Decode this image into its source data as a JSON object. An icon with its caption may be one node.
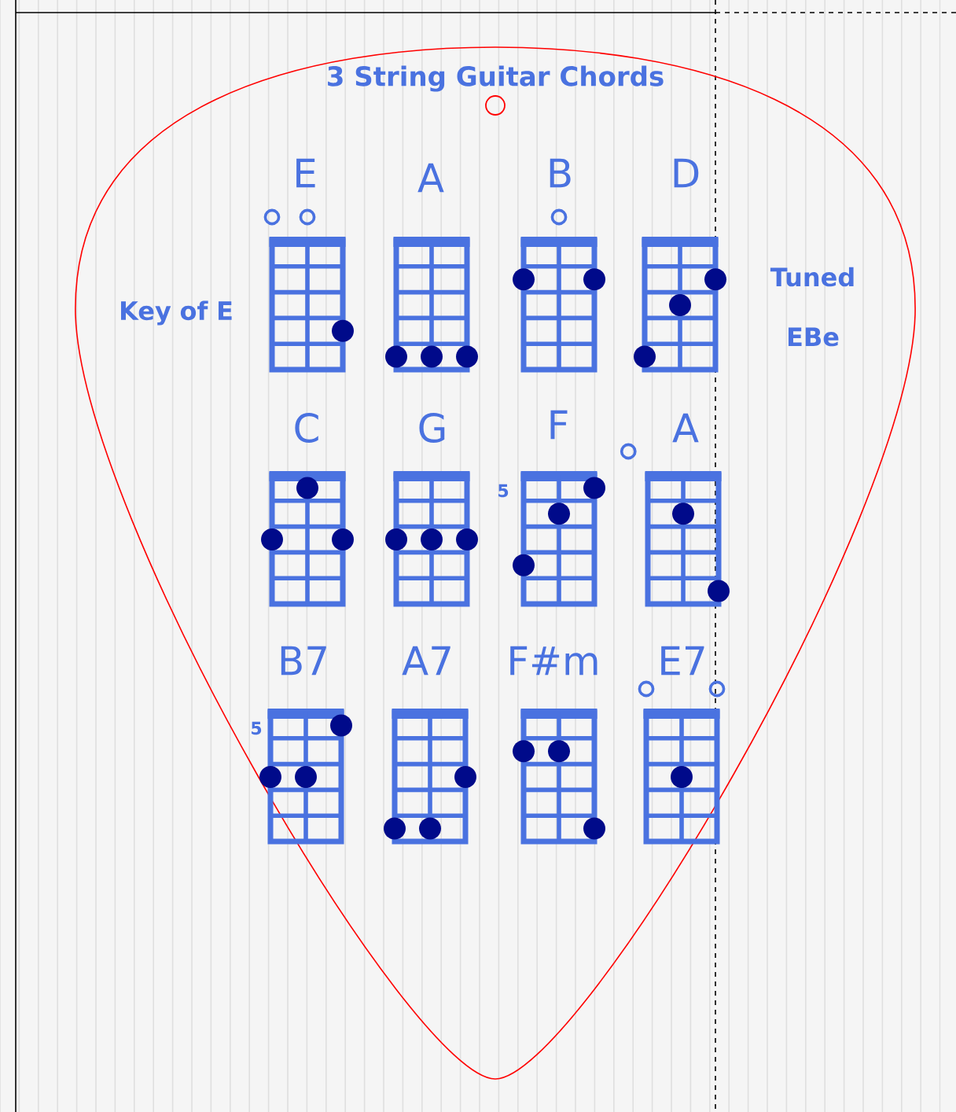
{
  "diagram": {
    "title": "3 String Guitar Chords",
    "labels": [
      "E",
      "A",
      "B",
      "D",
      "Key of E",
      "Tuned EBe",
      "C",
      "G",
      "F",
      "A",
      "5",
      "B7",
      "A7",
      "F#m",
      "E7",
      "5"
    ]
  }
}
